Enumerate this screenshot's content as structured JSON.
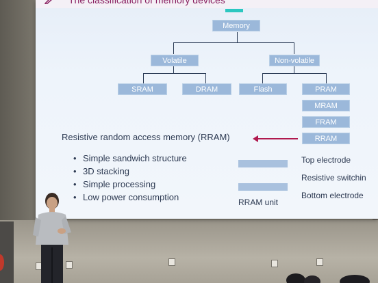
{
  "slide": {
    "title": "The classification of memory devices",
    "tree": {
      "root": "Memory",
      "volatile": "Volatile",
      "non_volatile": "Non-volatile",
      "sram": "SRAM",
      "dram": "DRAM",
      "flash": "Flash",
      "pram": "PRAM",
      "mram": "MRAM",
      "fram": "FRAM",
      "rram": "RRAM"
    },
    "rram_label": "Resistive random access memory (RRAM)",
    "bullets": [
      "Simple sandwich structure",
      "3D stacking",
      "Simple processing",
      "Low power consumption"
    ],
    "layers": {
      "top": "Top electrode",
      "middle": "Resistive switchin",
      "bottom": "Bottom electrode"
    },
    "unit_caption": "RRAM unit",
    "bullet_symbol": "•"
  },
  "colors": {
    "title": "#8a2161",
    "node_fill": "#9bb8da",
    "arrow": "#b0194e",
    "text": "#2d3a52",
    "accent": "#2bc7c0"
  }
}
